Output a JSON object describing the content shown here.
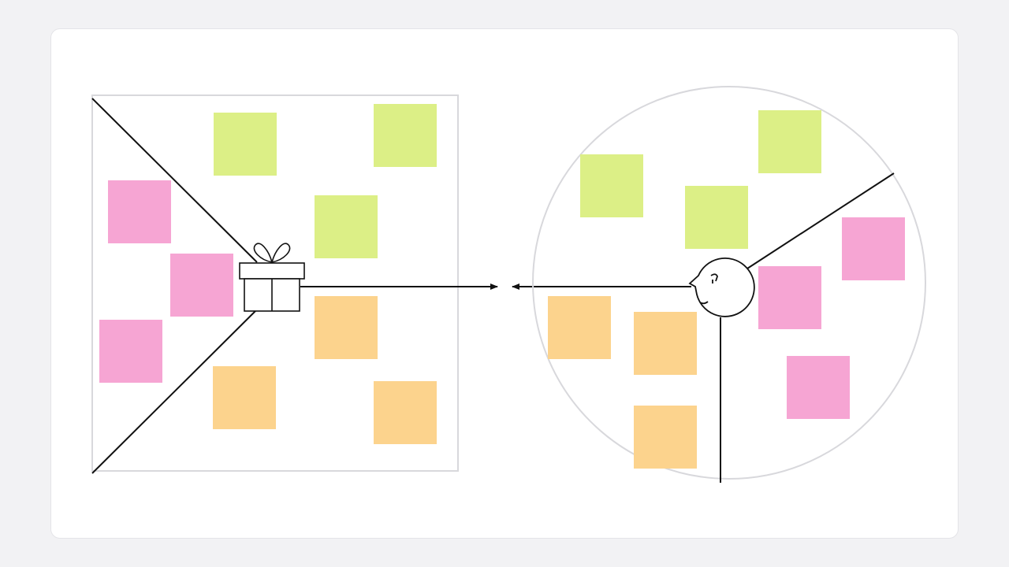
{
  "colors": {
    "page_background": "#f2f2f4",
    "card_background": "#ffffff",
    "outline": "#d8d8dc",
    "line": "#111111",
    "note_green": "#dcef86",
    "note_pink": "#f6a5d3",
    "note_orange": "#fcd38d"
  },
  "value_proposition_canvas": {
    "shape": "square",
    "icon": "gift-icon",
    "notes": [
      {
        "color": "note_green"
      },
      {
        "color": "note_green"
      },
      {
        "color": "note_green"
      },
      {
        "color": "note_pink"
      },
      {
        "color": "note_pink"
      },
      {
        "color": "note_pink"
      },
      {
        "color": "note_orange"
      },
      {
        "color": "note_orange"
      },
      {
        "color": "note_orange"
      }
    ]
  },
  "customer_profile": {
    "shape": "circle",
    "icon": "customer-face-icon",
    "notes": [
      {
        "color": "note_green"
      },
      {
        "color": "note_green"
      },
      {
        "color": "note_green"
      },
      {
        "color": "note_pink"
      },
      {
        "color": "note_pink"
      },
      {
        "color": "note_pink"
      },
      {
        "color": "note_orange"
      },
      {
        "color": "note_orange"
      },
      {
        "color": "note_orange"
      }
    ]
  },
  "connector": {
    "style": "two arrows pointing toward the gap between the shapes"
  }
}
